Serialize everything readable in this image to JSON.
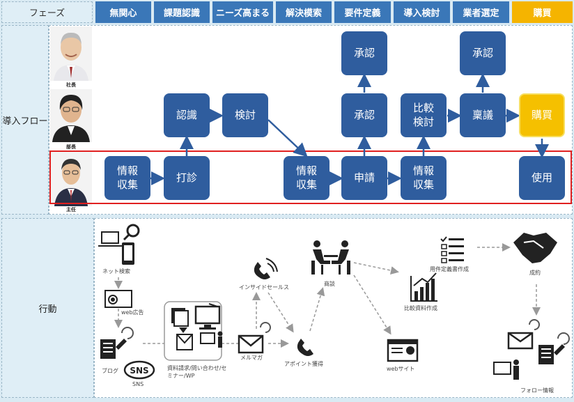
{
  "header": {
    "phase_label": "フェーズ",
    "phases": [
      "無関心",
      "課題認識",
      "ニーズ高まる",
      "解決模索",
      "要件定義",
      "導入検討",
      "業者選定",
      "購買"
    ]
  },
  "flow": {
    "label": "導入フロー",
    "roles": [
      "社長",
      "部長",
      "主任"
    ],
    "boxes": {
      "approve1": "承認",
      "approve2": "承認",
      "recognize": "認識",
      "consider": "検討",
      "approve_mid": "承認",
      "compare": "比較\n検討",
      "proposal": "稟議",
      "purchase": "購買",
      "info1": "情報\n収集",
      "sound_out": "打診",
      "info2": "情報\n収集",
      "apply": "申請",
      "info3": "情報\n収集",
      "use": "使用"
    }
  },
  "action": {
    "label": "行動",
    "items": {
      "net_search": "ネット検索",
      "web_ad": "web広告",
      "blog": "ブログ",
      "sns": "SNS",
      "sns_badge": "SNS",
      "docs": "資料請求/問い合わせ/セミナー/WP",
      "mail": "メルマガ",
      "inside": "インサイドセールス",
      "appoint": "アポイント獲得",
      "meeting": "商談",
      "website": "webサイト",
      "compare_doc": "比較資料作成",
      "req_doc": "用件定義書作成",
      "deal": "成約",
      "follow": "フォロー情報"
    }
  },
  "colors": {
    "phase": "#3a77b8",
    "buy": "#f5b400",
    "box": "#2f5d9e",
    "highlight": "#e02020"
  }
}
